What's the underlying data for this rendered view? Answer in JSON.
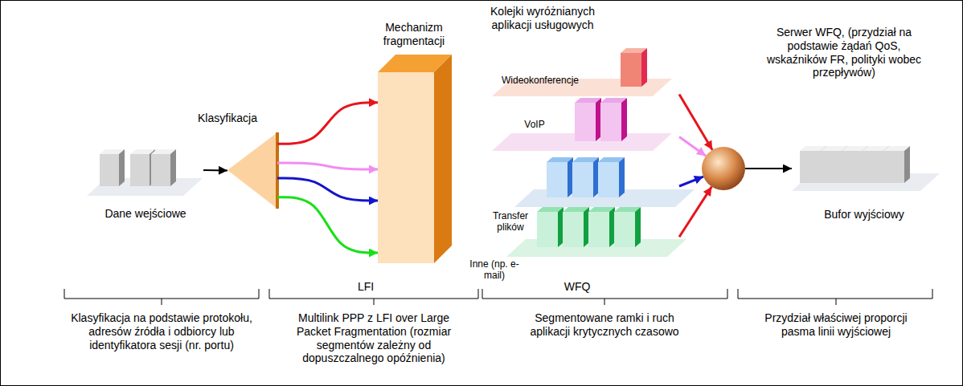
{
  "diagram": {
    "nodes": [
      {
        "text": [
          "Dane wejściowe"
        ]
      },
      {
        "text": [
          "Klasyfikacja"
        ]
      },
      {
        "text": [
          "Mechanizm fragmentacji"
        ]
      },
      {
        "text": [
          "Wideokonferencje"
        ]
      },
      {
        "text": [
          "VoIP"
        ]
      },
      {
        "text": [
          "Transfer plików"
        ]
      },
      {
        "text": [
          "Inne (np. e-mail)"
        ]
      },
      {
        "text": [
          "Serwer WFQ, (przydział na podstawie żądań QoS, wskaźników FR, polityki wobec przepływów)"
        ]
      },
      {
        "text": [
          "Bufor wyjściowy"
        ]
      }
    ],
    "edges": [
      {
        "from": 0,
        "to": 1,
        "arrow": "to"
      },
      {
        "from": 1,
        "to": 2,
        "arrow": "to"
      },
      {
        "from": 1,
        "to": 2,
        "arrow": "to"
      },
      {
        "from": 1,
        "to": 2,
        "arrow": "to"
      },
      {
        "from": 1,
        "to": 2,
        "arrow": "to"
      },
      {
        "from": 3,
        "to": 7,
        "arrow": "to"
      },
      {
        "from": 4,
        "to": 7,
        "arrow": "to"
      },
      {
        "from": 5,
        "to": 7,
        "arrow": "to"
      },
      {
        "from": 6,
        "to": 7,
        "arrow": "to"
      },
      {
        "from": 7,
        "to": 8,
        "arrow": "to"
      }
    ],
    "labels": [
      "Kolejki wyróżnianych aplikacji usługowych",
      "LFI",
      "WFQ",
      "Klasyfikacja na podstawie protokołu, adresów źródła i odbiorcy lub identyfikatora sesji (nr. portu)",
      "Multilink PPP z LFI over Large Packet Fragmentation (rozmiar segmentów zależny od dopuszczalnego opóźnienia)",
      "Segmentowane ramki i ruch aplikacji krytycznych czasowo",
      "Przydział właściwej proporcji pasma linii wyjściowej"
    ]
  }
}
